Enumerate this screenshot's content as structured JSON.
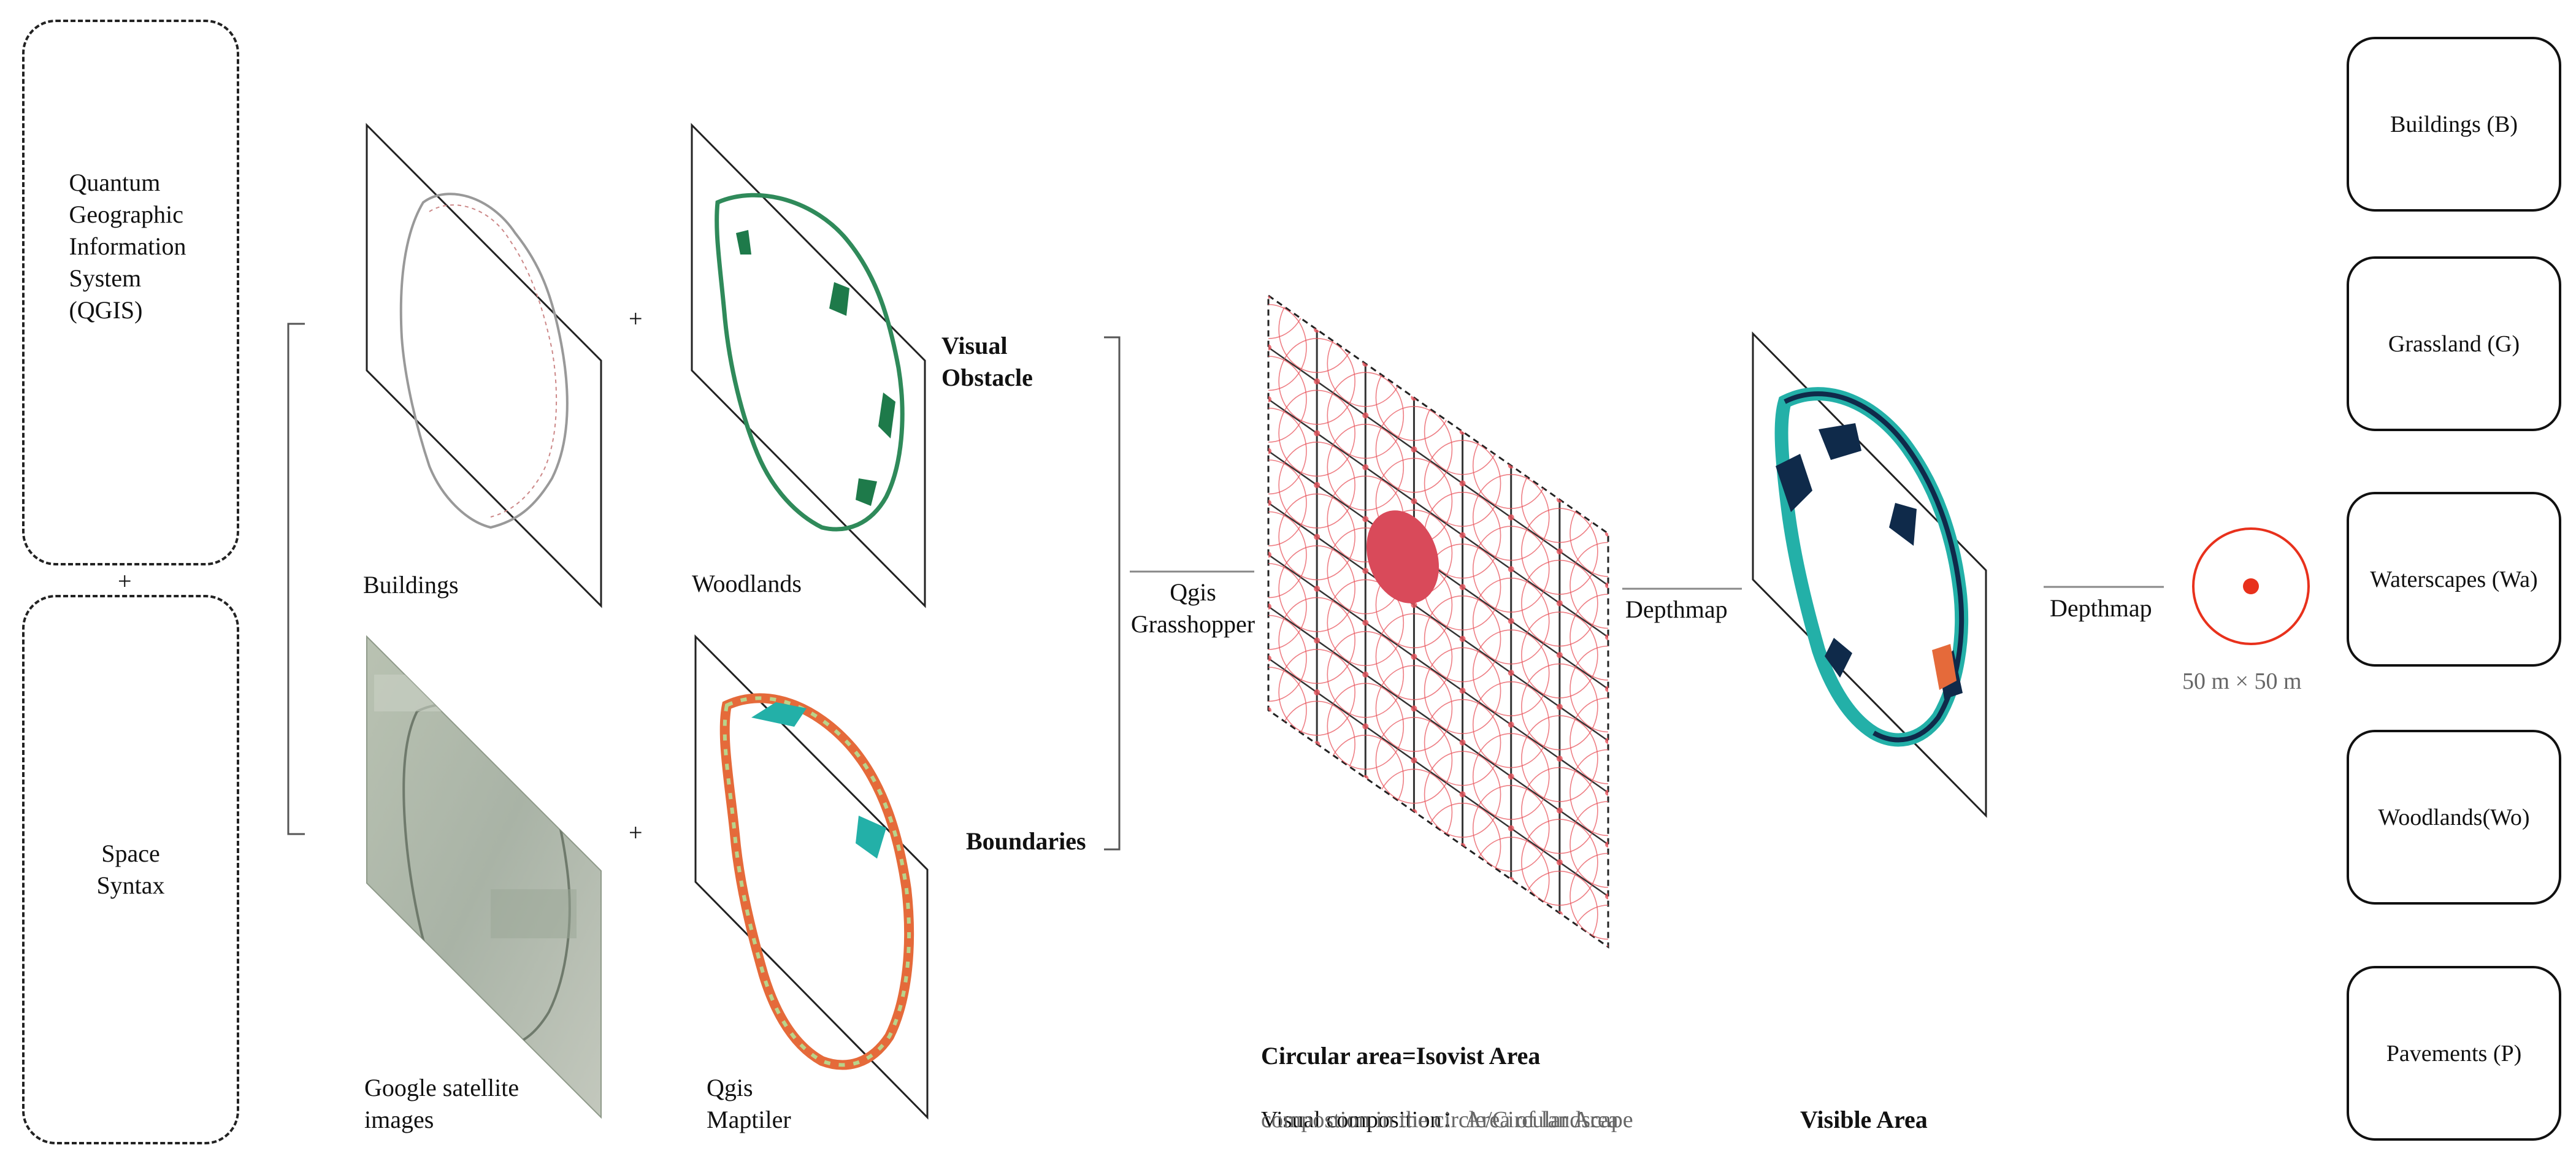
{
  "left_boxes": {
    "qgis": "Quantum\nGeographic\nInformation\nSystem\n(QGIS)",
    "plus": "+",
    "space_syntax": "Space\nSyntax"
  },
  "layers": {
    "buildings": "Buildings",
    "woodlands": "Woodlands",
    "google": "Google satellite\nimages",
    "maptiler": "Qgis\nMaptiler",
    "plus_top": "+",
    "plus_bottom": "+",
    "visual_obstacle": "Visual\nObstacle",
    "boundaries": "Boundaries"
  },
  "process": {
    "qgis_grasshopper": "Qgis\nGrasshopper",
    "depthmap_1": "Depthmap",
    "depthmap_2": "Depthmap",
    "cell_size": "50 m × 50 m",
    "circular_area": "Circular area=Isovist Area",
    "visual_composition_label": "Visual composition：",
    "visual_composition_text": "Area of landscape",
    "visual_composition_text2": "compostion in the circle/Circular Area",
    "visible_area": "Visible Area"
  },
  "categories": [
    "Buildings (B)",
    "Grassland (G)",
    "Waterscapes (Wa)",
    "Woodlands(Wo)",
    "Pavements (P)"
  ],
  "colors": {
    "line": "#222222",
    "grid_red": "#e8545c",
    "isovist_fill": "#d94a5a",
    "marker_red": "#e8311c",
    "woodland_green": "#1e7a4a",
    "map_teal": "#23b0a8",
    "map_navy": "#0f2a4a",
    "map_orange": "#e56a3a"
  }
}
